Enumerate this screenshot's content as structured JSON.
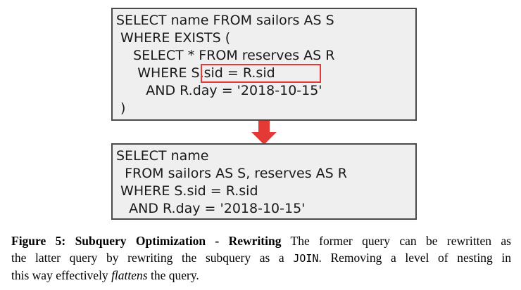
{
  "original_query": {
    "lines": [
      "SELECT name FROM sailors AS S",
      " WHERE EXISTS (",
      "    SELECT * FROM reserves AS R",
      "     WHERE ",
      "       AND R.day = '2018-10-15'",
      " )"
    ],
    "highlighted_condition": "S.sid = R.sid"
  },
  "rewritten_query": {
    "lines": [
      "SELECT name",
      "  FROM sailors AS S, reserves AS R",
      " WHERE S.sid = R.sid",
      "   AND R.day = '2018-10-15'"
    ]
  },
  "arrow": {
    "color": "#e53935"
  },
  "caption": {
    "label": "Figure 5: Subquery Optimization - Rewriting",
    "line1_rest": " The former query can be rewritten as",
    "line2_before": "the latter query by rewriting the subquery as a ",
    "join_keyword": "JOIN",
    "line2_after": ". Removing a level of nesting in",
    "line3_before": "this way effectively ",
    "flattens": "flattens",
    "line3_after": " the query."
  }
}
